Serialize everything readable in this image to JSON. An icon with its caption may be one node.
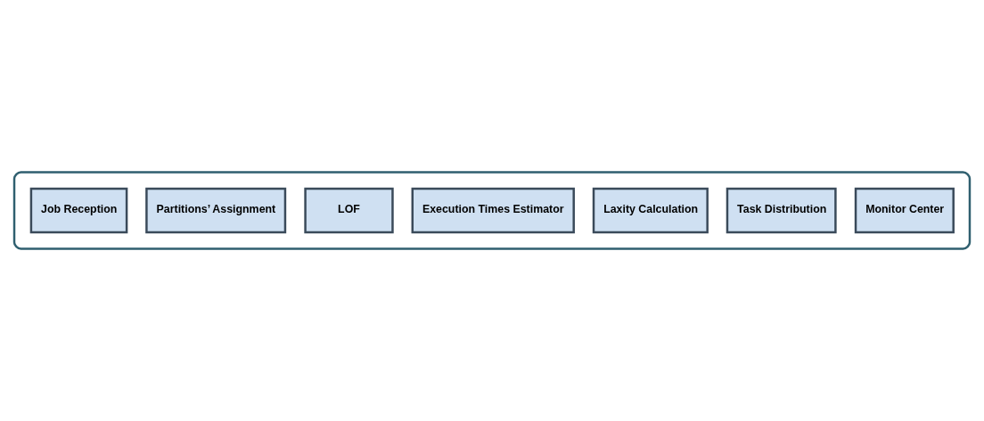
{
  "diagram": {
    "nodes": [
      {
        "text": [],
        "shape": "box"
      },
      {
        "text": [
          "Job Reception"
        ],
        "in": 0
      },
      {
        "text": [
          "Partitions’ Assignment"
        ],
        "in": 0
      },
      {
        "text": [
          "LOF"
        ],
        "in": 0
      },
      {
        "text": [
          "Execution Times Estimator"
        ],
        "in": 0
      },
      {
        "text": [
          "Laxity Calculation"
        ],
        "in": 0
      },
      {
        "text": [
          "Task Distribution"
        ],
        "in": 0
      },
      {
        "text": [
          "Monitor Center"
        ],
        "in": 0
      }
    ],
    "edges": []
  }
}
